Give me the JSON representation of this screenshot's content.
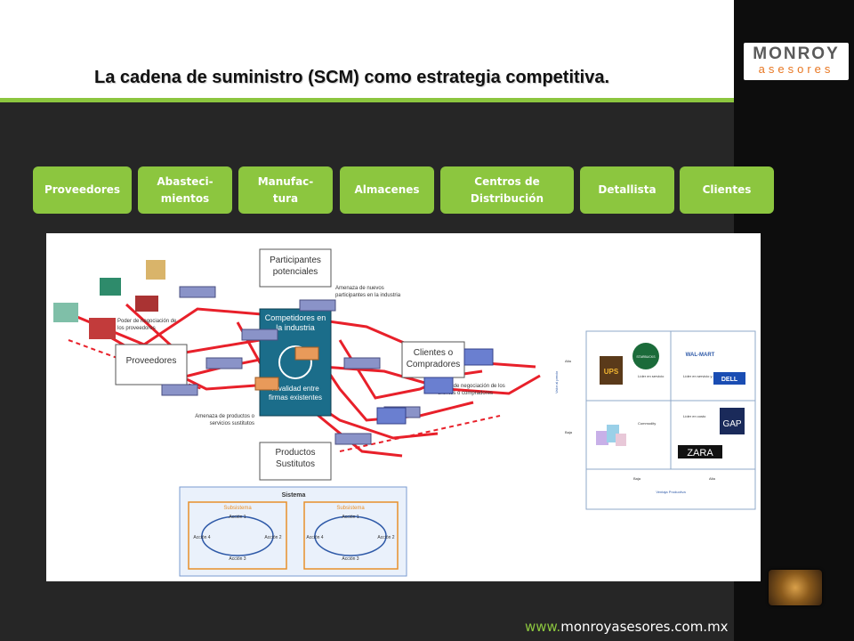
{
  "slide": {
    "title": "La cadena de suministro (SCM) como estrategia competitiva."
  },
  "logo": {
    "line1": "MONROY",
    "line2": "asesores"
  },
  "stages": [
    {
      "label": "Proveedores"
    },
    {
      "label": "Abasteci-\nmientos"
    },
    {
      "label": "Manufac-\ntura"
    },
    {
      "label": "Almacenes"
    },
    {
      "label": "Centros de\nDistribución"
    },
    {
      "label": "Detallista"
    },
    {
      "label": "Clientes"
    }
  ],
  "diagram": {
    "boxes": {
      "participantes": "Participantes potenciales",
      "competidores": "Competidores en la industria",
      "rivalidad": "Rivalidad entre firmas existentes",
      "proveedores": "Proveedores",
      "clientes": "Clientes o Compradores",
      "productos": "Productos Sustitutos"
    },
    "notes": {
      "amenaza_nuevos": "Amenaza de nuevos participantes en la industria",
      "poder_proveedores": "Poder de negociación de los proveedores",
      "poder_clientes": "Poder de negociación de los clientes o compradores",
      "amenaza_sustitutos": "Amenaza de productos o servicios sustitutos"
    },
    "sistema": {
      "title": "Sistema",
      "subsistema_left": "Subsistema",
      "subsistema_right": "Subsistema",
      "accion1": "Acción 1",
      "accion2": "Acción 2",
      "accion3": "Acción 3",
      "accion4": "Acción 4"
    },
    "matrix": {
      "y_axis": "Valor al precio",
      "y_high": "Alta",
      "y_low": "Baja",
      "x_axis": "Ventaja Productiva",
      "x_low": "Baja",
      "x_high": "Alta",
      "q1": "Líder en servicio",
      "q2": "Líder en servicio y costo",
      "q3": "Commodity",
      "q4": "Líder en costo",
      "brands": [
        "UPS",
        "STARBUCKS",
        "WAL-MART",
        "DELL",
        "GAP",
        "ZARA"
      ]
    }
  },
  "footer": {
    "www": "www.",
    "domain": "monroyasesores.com.mx"
  }
}
